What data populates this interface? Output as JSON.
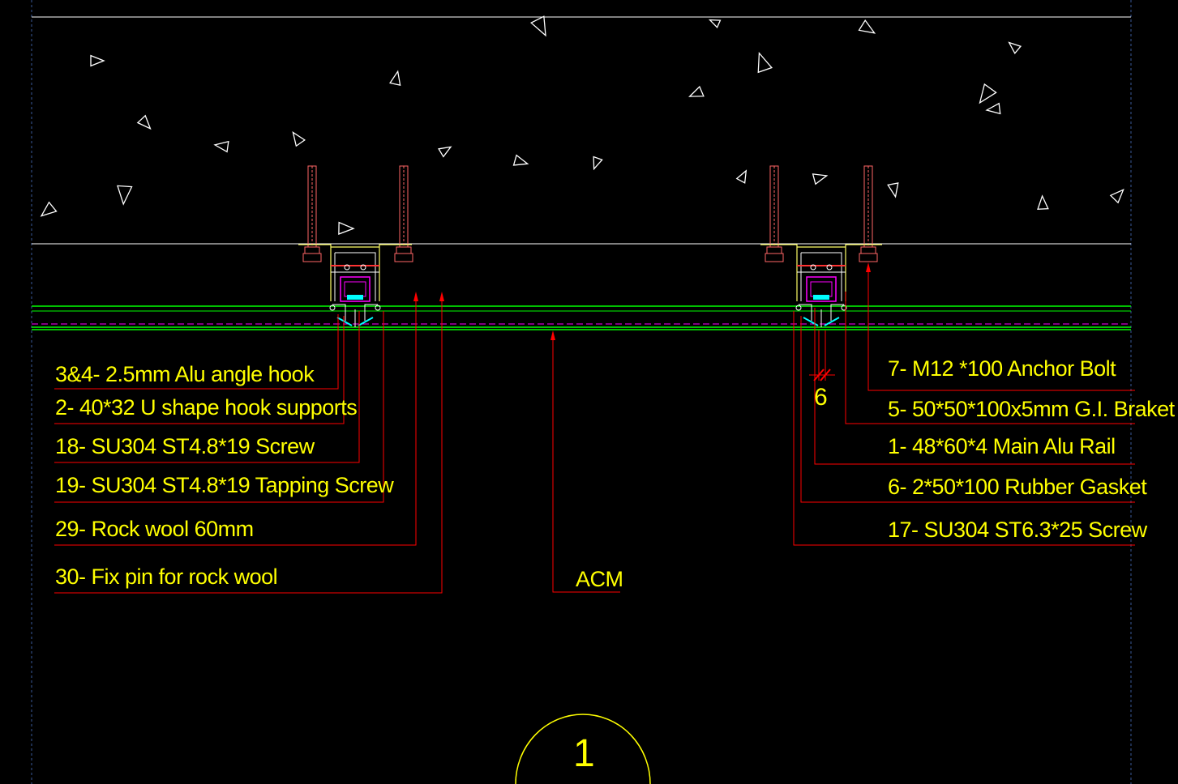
{
  "drawing": {
    "background": "#000000",
    "colors": {
      "leader": "#ff0000",
      "text": "#ffff00",
      "rail": "#00ff00",
      "gasket": "#ff00ff",
      "outline": "#ffffff",
      "bracket": "#ffff66",
      "rock_wool": "#00ffff"
    },
    "section_number": "1",
    "dimension_label": "6",
    "center_label": "ACM"
  },
  "callouts_left": [
    "3&4- 2.5mm Alu angle hook",
    "2- 40*32 U shape hook supports",
    "18-  SU304  ST4.8*19 Screw",
    "19-  SU304  ST4.8*19  Tapping Screw",
    "29- Rock wool   60mm",
    "30- Fix pin for rock wool"
  ],
  "callouts_right": [
    "7- M12 *100 Anchor Bolt",
    "5-  50*50*100x5mm G.I. Braket",
    "1- 48*60*4 Main Alu Rail",
    "6-  2*50*100 Rubber Gasket",
    "17- SU304  ST6.3*25 Screw"
  ]
}
